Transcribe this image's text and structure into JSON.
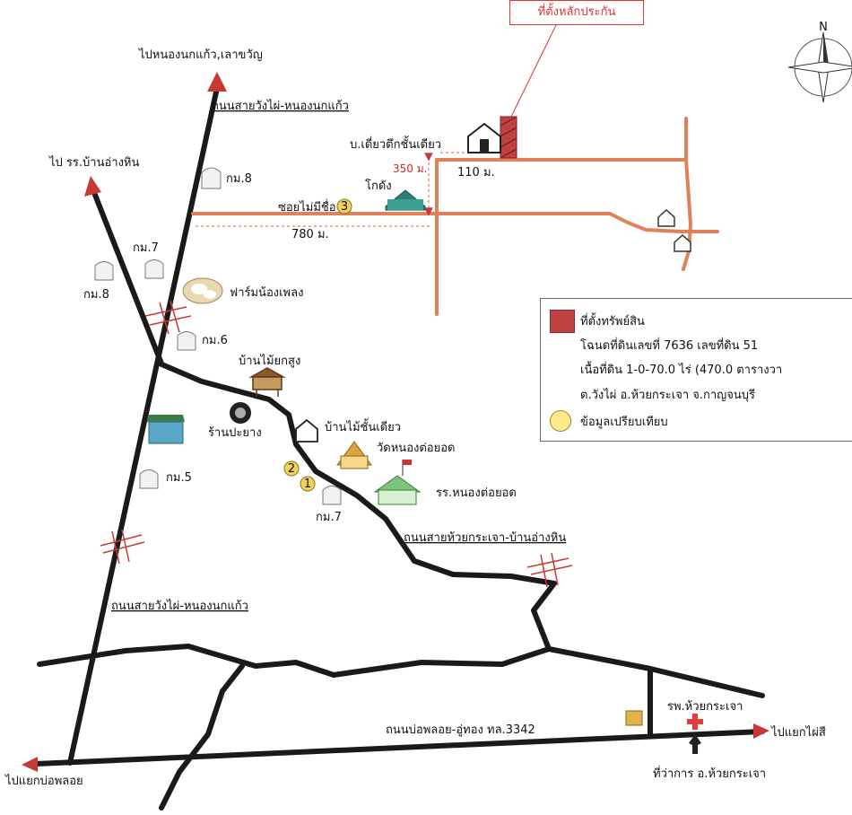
{
  "map": {
    "subject_label": "ที่ตั้งหลักประกัน",
    "north_label": "N",
    "labels": {
      "to_nong_nok_kaew": "ไปหนองนกแก้ว,เลาขวัญ",
      "road_wangphai_top": "ถนนสายวังไผ่-หนองนกแก้ว",
      "to_school_ang_hin": "ไป รร.บ้านอ่างหิน",
      "km8_top": "กม.8",
      "km7_left": "กม.7",
      "km8_left": "กม.8",
      "km6": "กม.6",
      "km5": "กม.5",
      "km7_lower": "กม.7",
      "single_building": "บ.เดี่ยวตึกชั้นเดียว",
      "warehouse": "โกดัง",
      "unnamed_soi": "ซอยไม่มีชื่อ",
      "dist_350": "350 ม.",
      "dist_110": "110 ม.",
      "dist_780": "780 ม.",
      "farm": "ฟาร์มน้องเพลง",
      "stilt_house": "บ้านไม้ยกสูง",
      "tire_shop": "ร้านปะยาง",
      "wooden_house": "บ้านไม้ชั้นเดียว",
      "temple": "วัดหนองต่อยอด",
      "school": "รร.หนองต่อยอด",
      "road_huaikrachao": "ถนนสายห้วยกระเจา-บ้านอ่างหิน",
      "road_wangphai_mid": "ถนนสายวังไผ่-หนองนกแก้ว",
      "road_bophloi": "ถนนบ่อพลอย-อู่ทอง ทล.3342",
      "hospital": "รพ.ห้วยกระเจา",
      "district_office": "ที่ว่าการ อ.ห้วยกระเจา",
      "to_bophloi": "ไปแยกบ่อพลอย",
      "to_phai_si": "ไปแยกไผ่สี"
    },
    "markers": {
      "m1": "1",
      "m2": "2",
      "m3": "3"
    }
  },
  "legend": {
    "property_title": "ที่ตั้งทรัพย์สิน",
    "deed": "โฉนดที่ดินเลขที่ 7636 เลขที่ดิน 51",
    "area": "เนื้อที่ดิน 1-0-70.0 ไร่ (470.0 ตารางวา",
    "location": "ต.วังไผ่ อ.ห้วยกระเจา จ.กาญจนบุรี",
    "comparison": "ข้อมูลเปรียบเทียบ"
  },
  "colors": {
    "road": "#1a1a1a",
    "soi": "#e0815a",
    "arrow": "#c63a36",
    "property": "#c0413f",
    "marker": "#f1d35a"
  }
}
